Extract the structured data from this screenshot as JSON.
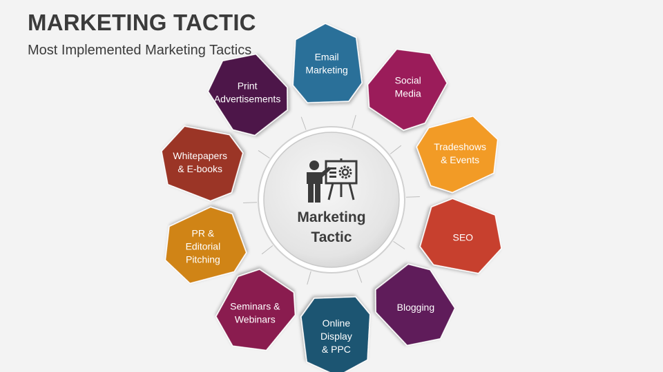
{
  "header": {
    "title": "MARKETING TACTIC",
    "subtitle": "Most Implemented Marketing Tactics"
  },
  "center": {
    "lines": [
      "Marketing",
      "Tactic"
    ],
    "icon": "presenter-board-gear-icon"
  },
  "tactics": [
    {
      "lines": [
        "Email",
        "Marketing"
      ],
      "color": "#2a7099"
    },
    {
      "lines": [
        "Social",
        "Media"
      ],
      "color": "#9b1b5a"
    },
    {
      "lines": [
        "Tradeshows",
        "& Events"
      ],
      "color": "#f29b27"
    },
    {
      "lines": [
        "SEO"
      ],
      "color": "#c7402e"
    },
    {
      "lines": [
        "Blogging"
      ],
      "color": "#5e1a5a"
    },
    {
      "lines": [
        "Online",
        "Display",
        "& PPC"
      ],
      "color": "#1f5472"
    },
    {
      "lines": [
        "Seminars &",
        "Webinars"
      ],
      "color": "#8a1b50"
    },
    {
      "lines": [
        "PR &",
        "Editorial",
        "Pitching"
      ],
      "color": "#d08418"
    },
    {
      "lines": [
        "Whitepapers",
        "& E-books"
      ],
      "color": "#9b3527"
    },
    {
      "lines": [
        "Print",
        "Advertisements"
      ],
      "color": "#4e1748"
    }
  ]
}
